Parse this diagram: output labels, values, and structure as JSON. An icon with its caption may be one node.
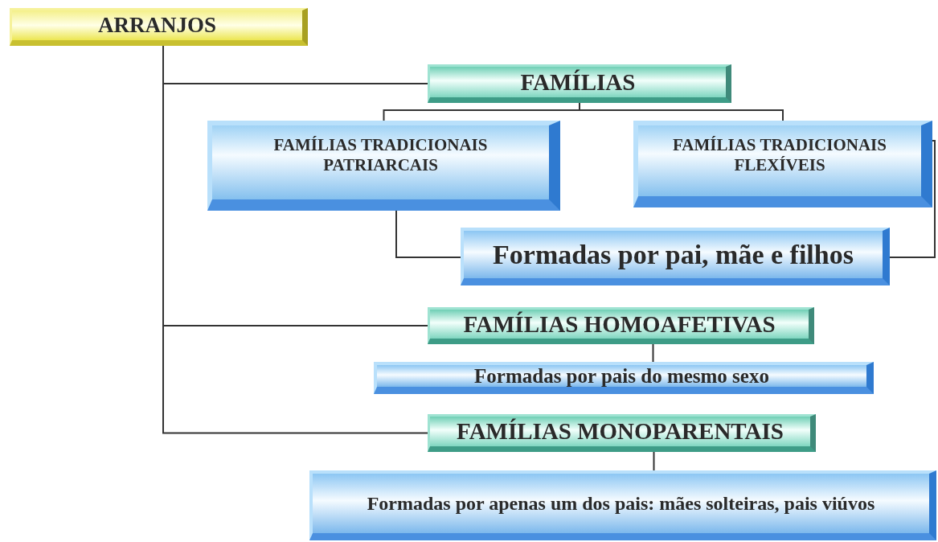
{
  "diagram": {
    "nodes": [
      {
        "text": [
          "ARRANJOS"
        ]
      },
      {
        "text": [
          "FAMÍLIAS"
        ]
      },
      {
        "text": [
          "FAMÍLIAS TRADICIONAIS PATRIARCAIS"
        ]
      },
      {
        "text": [
          "FAMÍLIAS TRADICIONAIS FLEXÍVEIS"
        ]
      },
      {
        "text": [
          "Formadas por pai, mãe e filhos"
        ]
      },
      {
        "text": [
          "FAMÍLIAS HOMOAFETIVAS"
        ]
      },
      {
        "text": [
          "Formadas por pais do mesmo sexo"
        ]
      },
      {
        "text": [
          "FAMÍLIAS MONOPARENTAIS"
        ]
      },
      {
        "text": [
          "Formadas por apenas um dos pais: mães solteiras, pais viúvos"
        ]
      }
    ],
    "edges": [
      {
        "from": 0,
        "to": 1,
        "arrow": "none"
      },
      {
        "from": 0,
        "to": 5,
        "arrow": "none"
      },
      {
        "from": 0,
        "to": 7,
        "arrow": "none"
      },
      {
        "from": 1,
        "to": 2,
        "arrow": "none"
      },
      {
        "from": 1,
        "to": 3,
        "arrow": "none"
      },
      {
        "from": 2,
        "to": 4,
        "arrow": "none"
      },
      {
        "from": 3,
        "to": 4,
        "arrow": "none"
      },
      {
        "from": 5,
        "to": 6,
        "arrow": "none"
      },
      {
        "from": 7,
        "to": 8,
        "arrow": "none"
      }
    ]
  }
}
